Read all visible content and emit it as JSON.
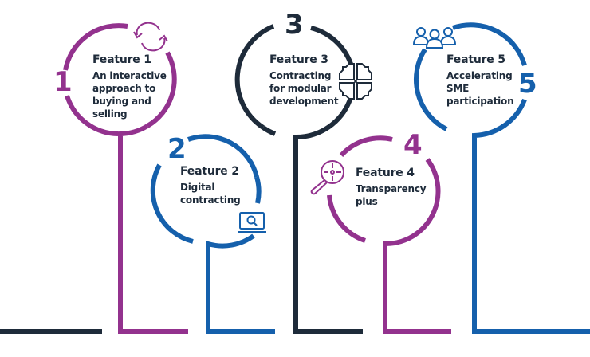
{
  "colors": {
    "purple": "#93328e",
    "blue": "#1560ac",
    "navy": "#1e2b3a",
    "text": "#1e2b3a"
  },
  "features": [
    {
      "number": "1",
      "title": "Feature 1",
      "lines": [
        "An interactive",
        "approach to",
        "buying and",
        "selling"
      ],
      "color": "purple",
      "icon": "refresh-cycle-icon"
    },
    {
      "number": "2",
      "title": "Feature 2",
      "lines": [
        "Digital",
        "contracting"
      ],
      "color": "blue",
      "icon": "monitor-search-icon"
    },
    {
      "number": "3",
      "title": "Feature 3",
      "lines": [
        "Contracting",
        "for modular",
        "development"
      ],
      "color": "navy",
      "icon": "modular-puzzle-icon"
    },
    {
      "number": "4",
      "title": "Feature 4",
      "lines": [
        "Transparency",
        "plus"
      ],
      "color": "purple",
      "icon": "magnifier-target-icon"
    },
    {
      "number": "5",
      "title": "Feature 5",
      "lines": [
        "Accelerating",
        "SME",
        "participation"
      ],
      "color": "blue",
      "icon": "people-group-icon"
    }
  ]
}
